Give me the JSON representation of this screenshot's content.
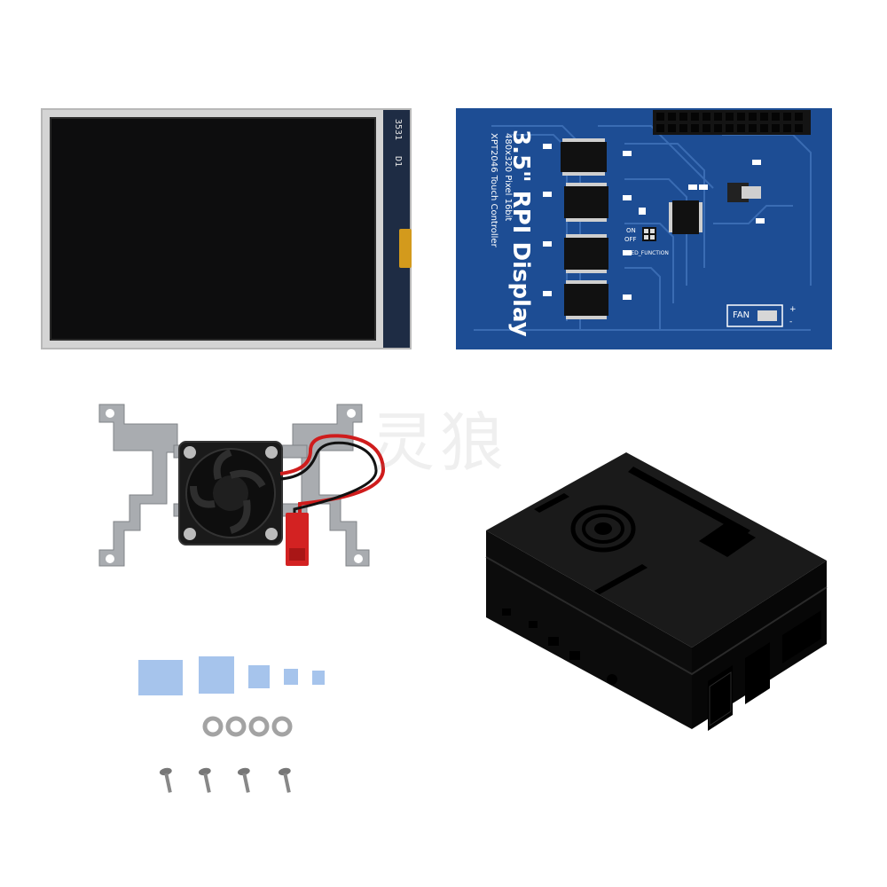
{
  "lcd": {
    "model_code": "3531",
    "led_mark": "D1"
  },
  "pcb": {
    "title": "3.5\" RPI Display",
    "resolution": "480x320 Pixel 16bit",
    "controller": "XPT2046 Touch Controller",
    "switch_on": "ON",
    "switch_off": "OFF",
    "led_function": "LED_FUNCTION",
    "fan_label": "FAN",
    "fan_plus": "+",
    "fan_minus": "-"
  },
  "watermark": {
    "text": "灵狼"
  },
  "colors": {
    "pcb_blue": "#1d4d94",
    "case_black": "#0c0c0c",
    "bracket_gray": "#a9acb0",
    "thermal_pad_blue": "#a6c4ec",
    "fan_wire_red": "#cf1c1c"
  },
  "icons": [
    "lcd-panel",
    "pcb-board",
    "cooling-fan",
    "fan-bracket",
    "case",
    "thermal-pad",
    "washer",
    "screw"
  ]
}
